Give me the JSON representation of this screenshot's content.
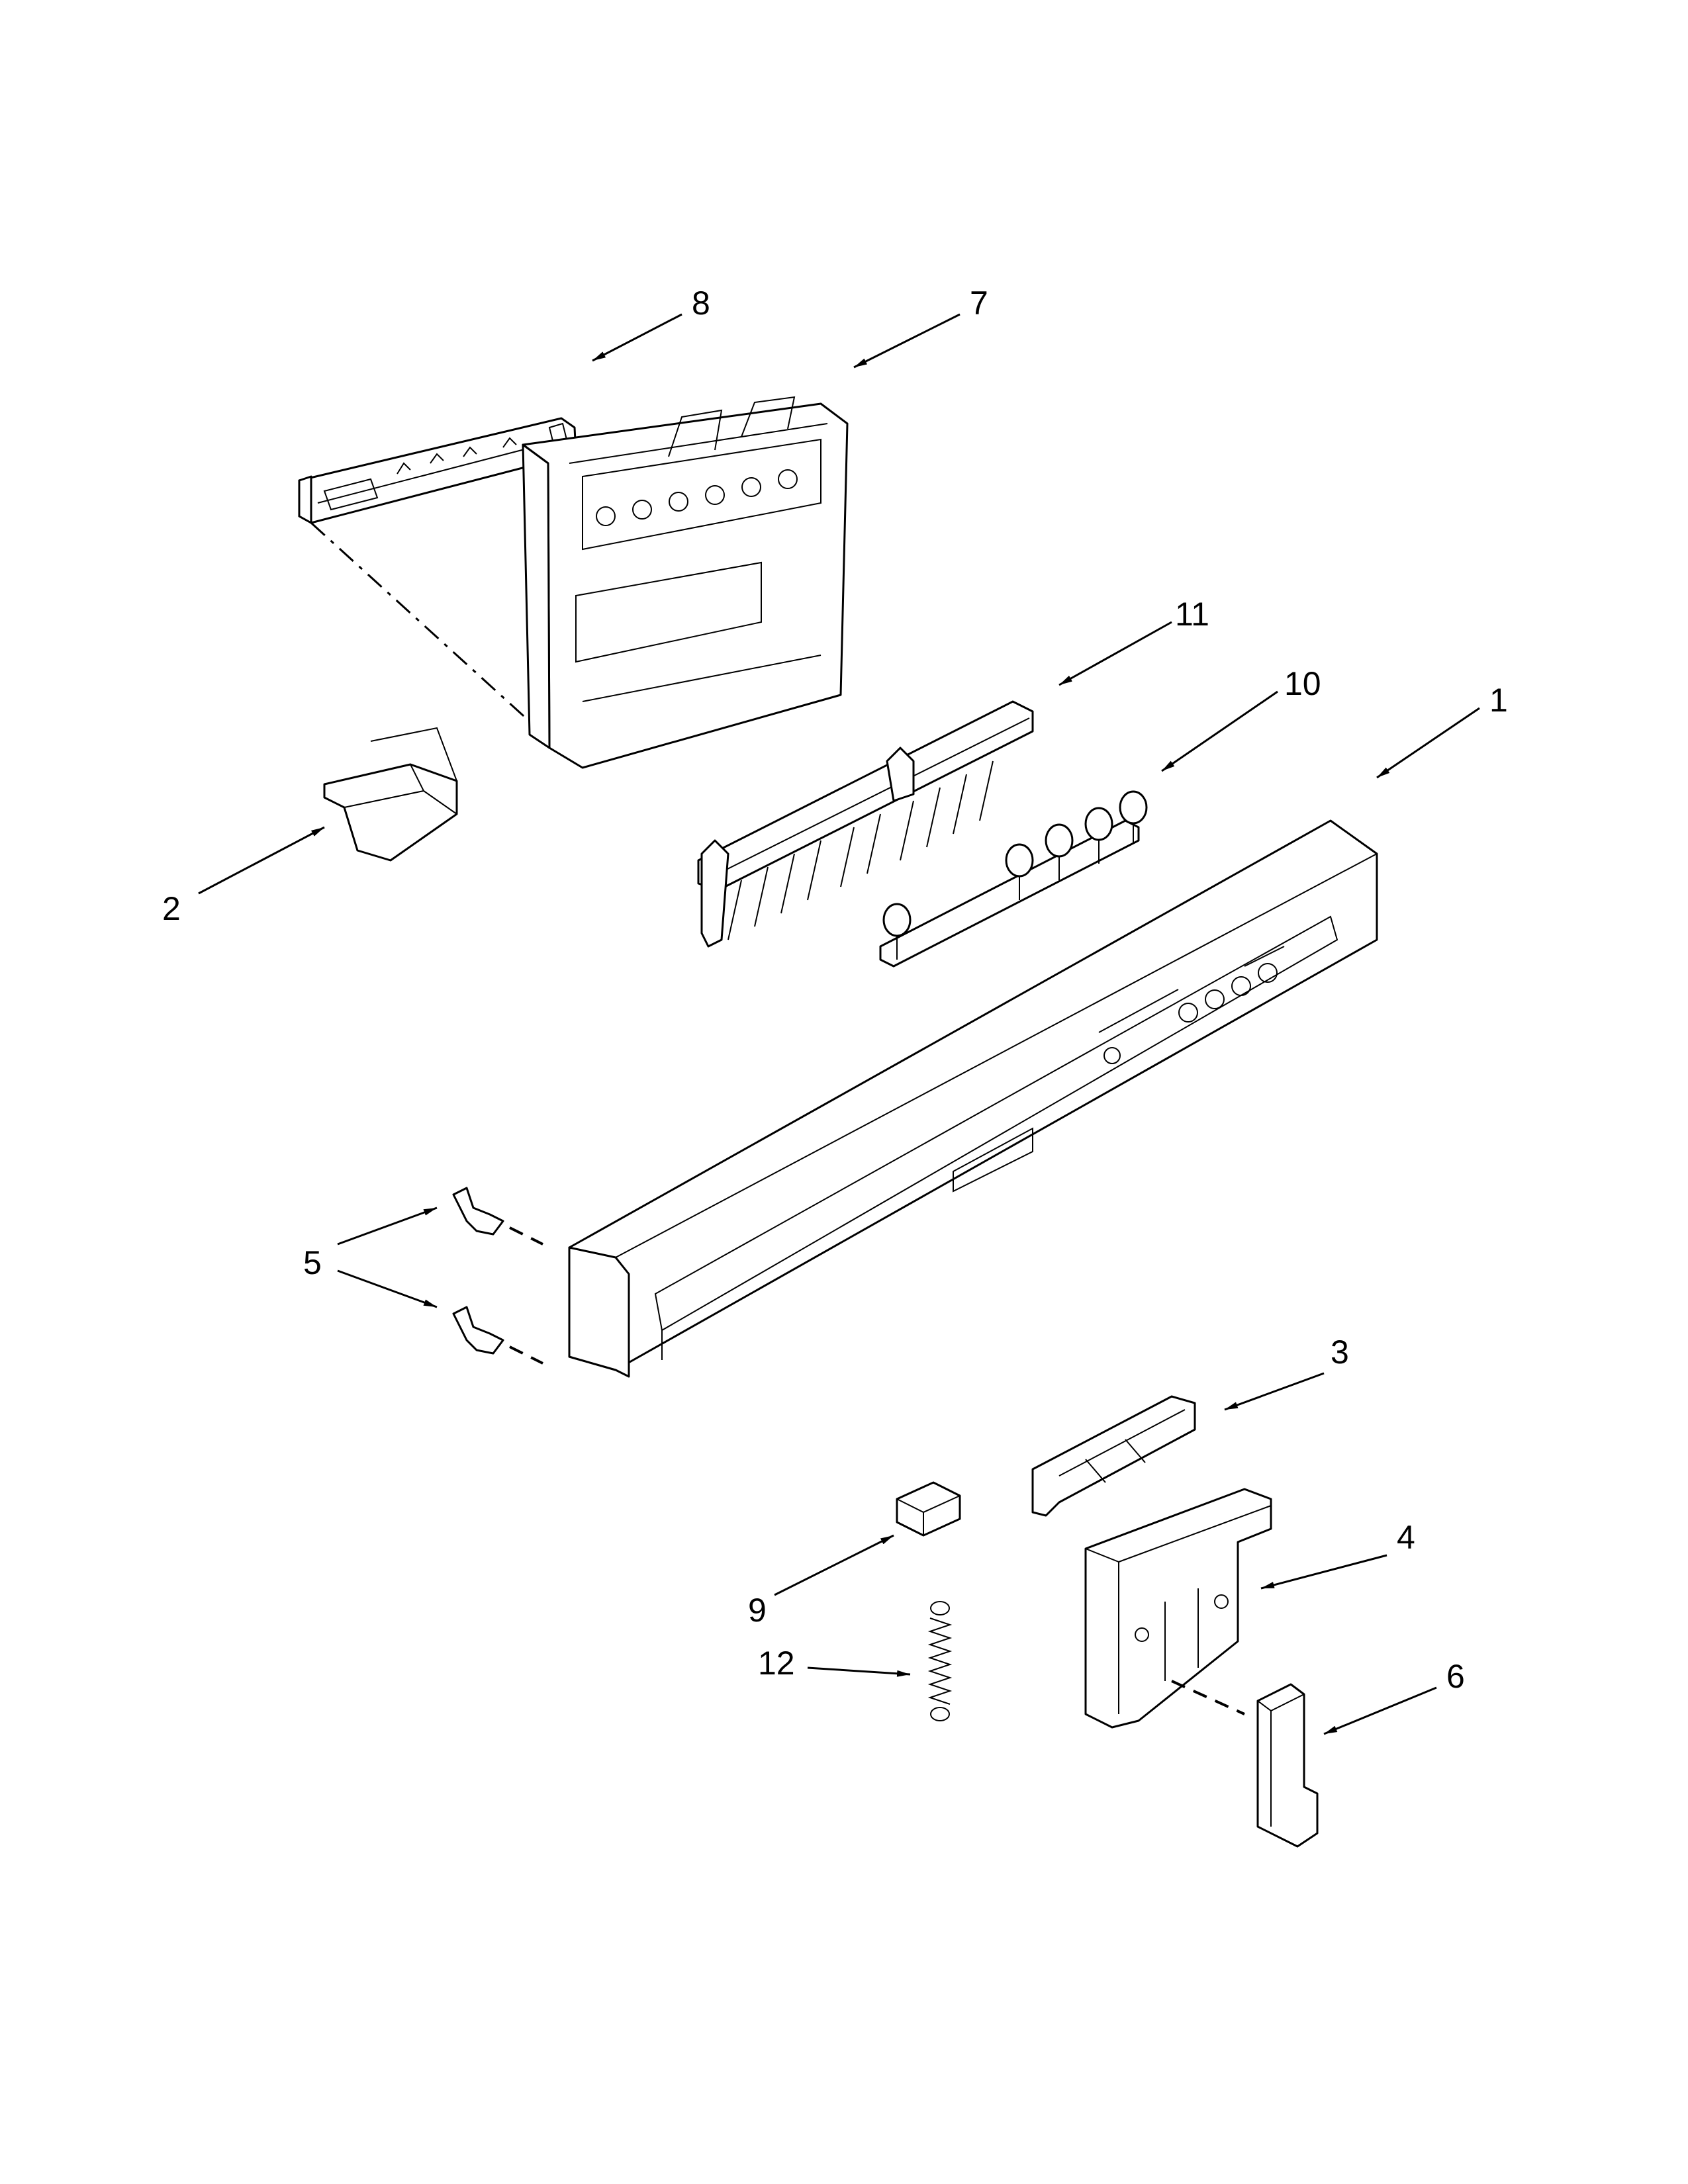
{
  "callouts": {
    "c1": "1",
    "c2": "2",
    "c3": "3",
    "c4": "4",
    "c5": "5",
    "c6": "6",
    "c7": "7",
    "c8": "8",
    "c9": "9",
    "c10": "10",
    "c11": "11",
    "c12": "12"
  },
  "icons": {
    "arrow": "arrow-icon",
    "screw": "screw-icon",
    "spring": "spring-icon"
  },
  "colors": {
    "line": "#000000",
    "background": "#ffffff"
  }
}
